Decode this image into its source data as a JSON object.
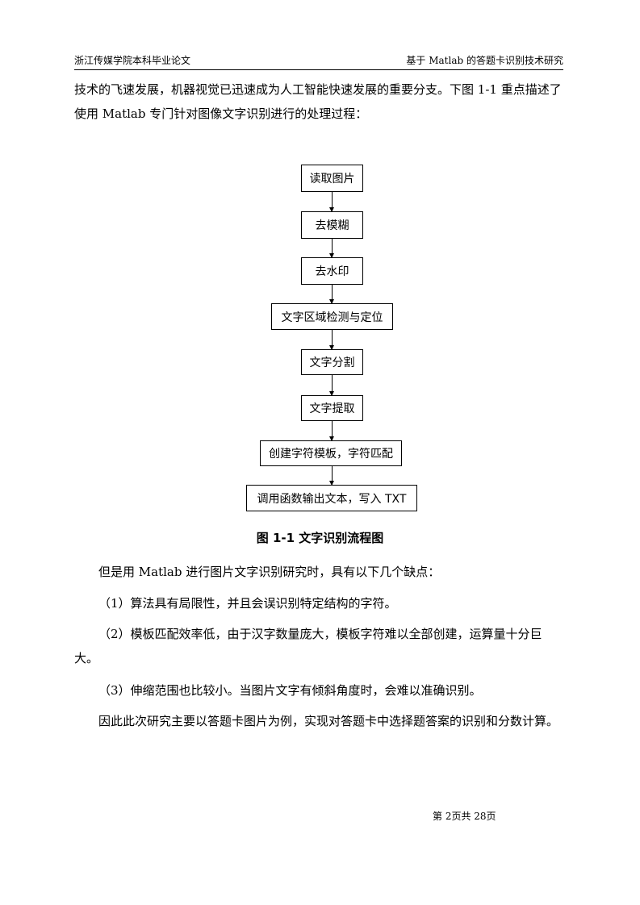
{
  "header": {
    "left": "浙江传媒学院本科毕业论文",
    "right": "基于 Matlab 的答题卡识别技术研究"
  },
  "intro": "技术的飞速发展，机器视觉已迅速成为人工智能快速发展的重要分支。下图 1-1 重点描述了使用 Matlab 专门针对图像文字识别进行的处理过程：",
  "flowchart": {
    "steps": [
      "读取图片",
      "去模糊",
      "去水印",
      "文字区域检测与定位",
      "文字分割",
      "文字提取",
      "创建字符模板，字符匹配",
      "调用函数输出文本，写入 TXT"
    ]
  },
  "caption": "图 1-1  文字识别流程图",
  "paragraphs": [
    "但是用 Matlab 进行图片文字识别研究时，具有以下几个缺点：",
    "（1）算法具有局限性，并且会误识别特定结构的字符。",
    "（2）模板匹配效率低，由于汉字数量庞大，模板字符难以全部创建，运算量十分巨大。",
    "（3）伸缩范围也比较小。当图片文字有倾斜角度时，会难以准确识别。",
    "因此此次研究主要以答题卡图片为例，实现对答题卡中选择题答案的识别和分数计算。"
  ],
  "footer": "第 2页共 28页"
}
